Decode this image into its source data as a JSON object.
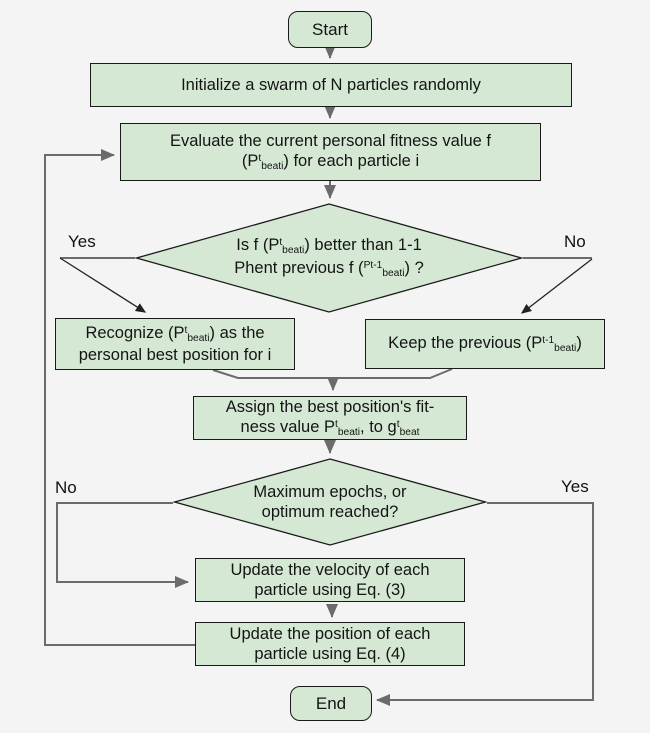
{
  "colors": {
    "background": "#f3f4f3",
    "node_fill": "#d5e8d4",
    "node_border": "#1a1a1a",
    "connector_gray": "#6b6b6b",
    "connector_black": "#222222"
  },
  "nodes": {
    "start": {
      "label": "Start"
    },
    "initialize": {
      "label": "Initialize a swarm of N particles randomly"
    },
    "evaluate": {
      "line1": "Evaluate the current personal fitness value f",
      "line2": {
        "pre": "(P",
        "sup": "t",
        "sub": "beati",
        "post": ") for each particle i"
      }
    },
    "decision1": {
      "line1": {
        "pre": "Is f (P",
        "sup": "t",
        "sub": "beati",
        "post": ") better than 1-1"
      },
      "line2": {
        "pre": "Phent previous f (",
        "sup": "Pt-1",
        "sub": "beati",
        "post": ") ?"
      }
    },
    "recognize": {
      "line1": {
        "pre": "Recognize (P",
        "sup": "t",
        "sub": "beati",
        "post": ") as the"
      },
      "line2": "personal best position for i"
    },
    "keep": {
      "line1": {
        "pre": "Keep the previous (P",
        "sup": "t-1",
        "sub": "beati",
        "post": ")"
      }
    },
    "assign": {
      "line1": "Assign the best position's fit-",
      "line2": {
        "pre": "ness value P",
        "sup": "t",
        "sub": "beati",
        "mid": ", to g",
        "sup2": "t",
        "sub2": "beat"
      }
    },
    "decision2": {
      "line1": "Maximum epochs, or",
      "line2": "optimum reached?"
    },
    "velocity": {
      "line1": "Update the velocity of each",
      "line2": "particle using Eq. (3)"
    },
    "position": {
      "line1": "Update the position of each",
      "line2": "particle using Eq. (4)"
    },
    "end": {
      "label": "End"
    }
  },
  "edge_labels": {
    "yes1": "Yes",
    "no1": "No",
    "no2": "No",
    "yes2": "Yes"
  }
}
